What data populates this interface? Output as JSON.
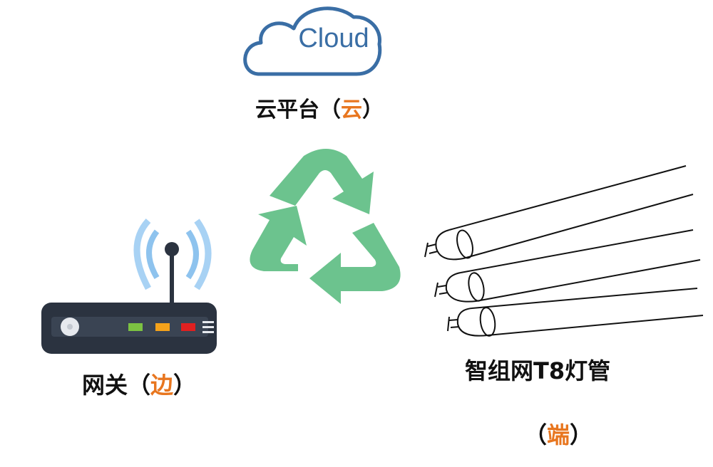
{
  "cloud": {
    "logo_text": "Cloud",
    "label_prefix": "云平台（",
    "label_accent": "云",
    "label_suffix": "）"
  },
  "gateway": {
    "label_prefix": "网关（",
    "label_accent": "边",
    "label_suffix": "）"
  },
  "tubes": {
    "label": "智组网T8灯管",
    "label2_prefix": "（",
    "label2_accent": "端",
    "label2_suffix": "）"
  },
  "colors": {
    "cloud_blue": "#3a6ea5",
    "recycle_green": "#6cc38e",
    "accent_orange": "#e8761f",
    "router_body": "#2b3340",
    "signal_blue": "#8ec3ee",
    "led_green": "#7cc242",
    "led_orange": "#f4a21b",
    "led_red": "#e02020"
  }
}
